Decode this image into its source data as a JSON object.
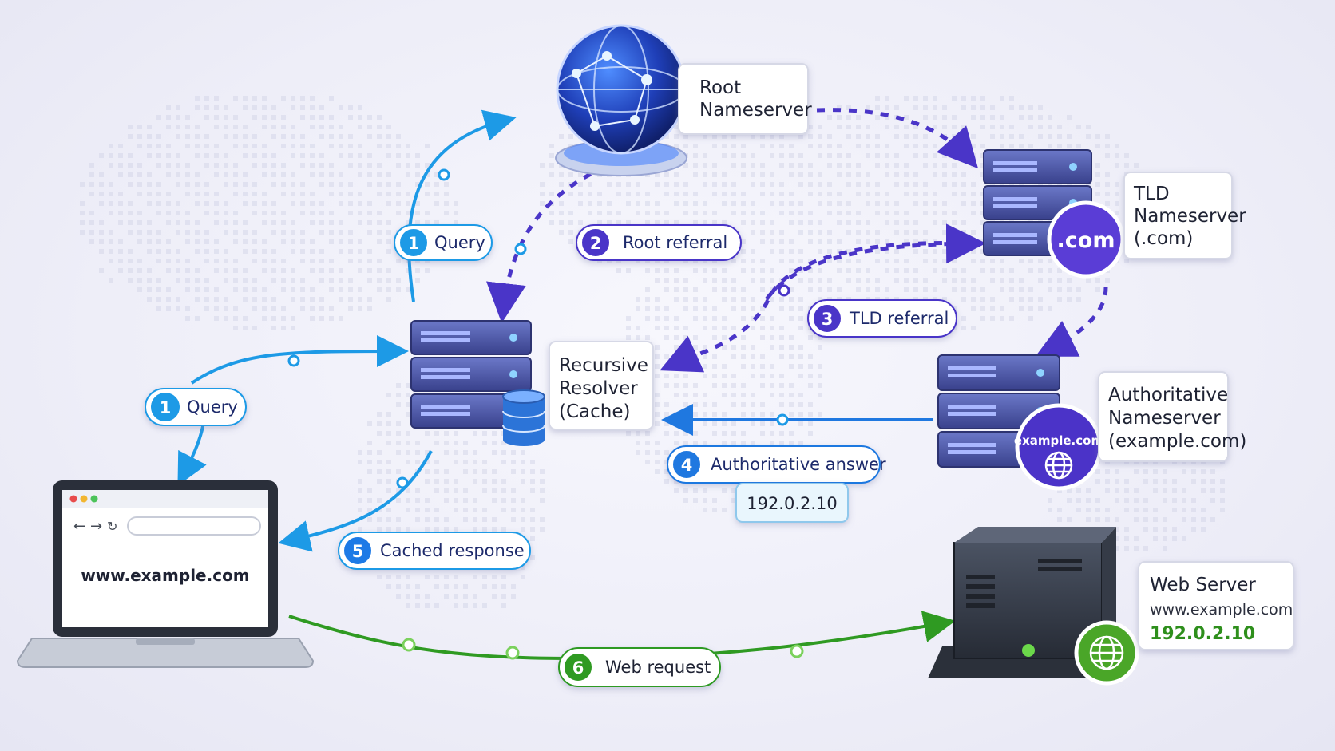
{
  "nodes": {
    "root": {
      "line1": "Root",
      "line2": "Nameserver"
    },
    "tld": {
      "line1": "TLD",
      "line2": "Nameserver",
      "line3": "(.com)",
      "badge": ".com"
    },
    "resolver": {
      "line1": "Recursive",
      "line2": "Resolver",
      "line3": "(Cache)"
    },
    "authoritative": {
      "line1": "Authoritative",
      "line2": "Nameserver",
      "line3": "(example.com)",
      "badge": "example.com"
    },
    "webserver": {
      "line1": "Web Server",
      "line2": "www.example.com",
      "line3": "192.0.2.10"
    },
    "laptop": {
      "url_text": "www.example.com"
    }
  },
  "steps": [
    {
      "num": "1",
      "label": "Query"
    },
    {
      "num": "1",
      "label": "Query"
    },
    {
      "num": "2",
      "label": "Root referral"
    },
    {
      "num": "3",
      "label": "TLD referral"
    },
    {
      "num": "4",
      "label": "Authoritative answer",
      "value": "192.0.2.10"
    },
    {
      "num": "5",
      "label": "Cached response"
    },
    {
      "num": "6",
      "label": "Web request"
    }
  ],
  "colors": {
    "query": "#1d9ae6",
    "referral": "#4a35c8",
    "answer": "#1f78e0",
    "web": "#2f9a22",
    "server": "#4a55a8"
  }
}
